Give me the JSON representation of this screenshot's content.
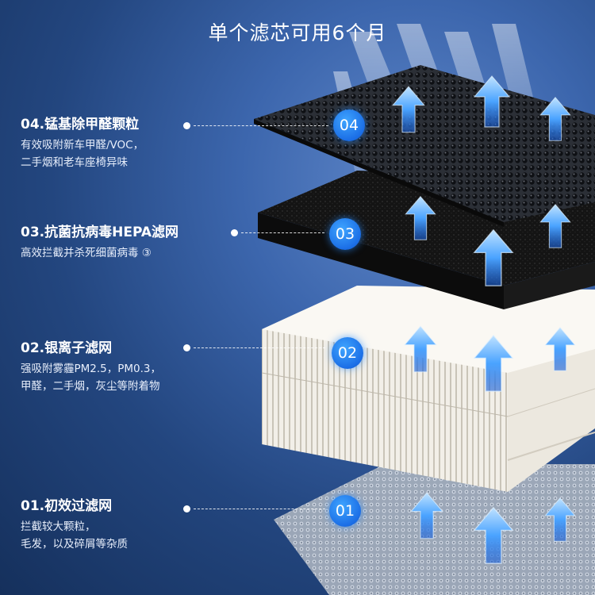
{
  "title": "单个滤芯可用6个月",
  "layers": [
    {
      "badge": "04",
      "heading": "04.锰基除甲醛颗粒",
      "desc": [
        "有效吸附新车甲醛/VOC，",
        "二手烟和老车座椅异味"
      ]
    },
    {
      "badge": "03",
      "heading": "03.抗菌抗病毒HEPA滤网",
      "desc": [
        "高效拦截并杀死细菌病毒 ③"
      ]
    },
    {
      "badge": "02",
      "heading": "02.银离子滤网",
      "desc": [
        "强吸附雾霾PM2.5，PM0.3，",
        "甲醛，二手烟，灰尘等附着物"
      ]
    },
    {
      "badge": "01",
      "heading": "01.初效过滤网",
      "desc": [
        "拦截较大颗粒，",
        "毛发，以及碎屑等杂质"
      ]
    }
  ],
  "colors": {
    "accent_blue": "#1b6ee6",
    "background_dark": "#15305c",
    "background_light": "#5f87c9"
  },
  "icons": [
    "airflow-arrow-icon"
  ]
}
